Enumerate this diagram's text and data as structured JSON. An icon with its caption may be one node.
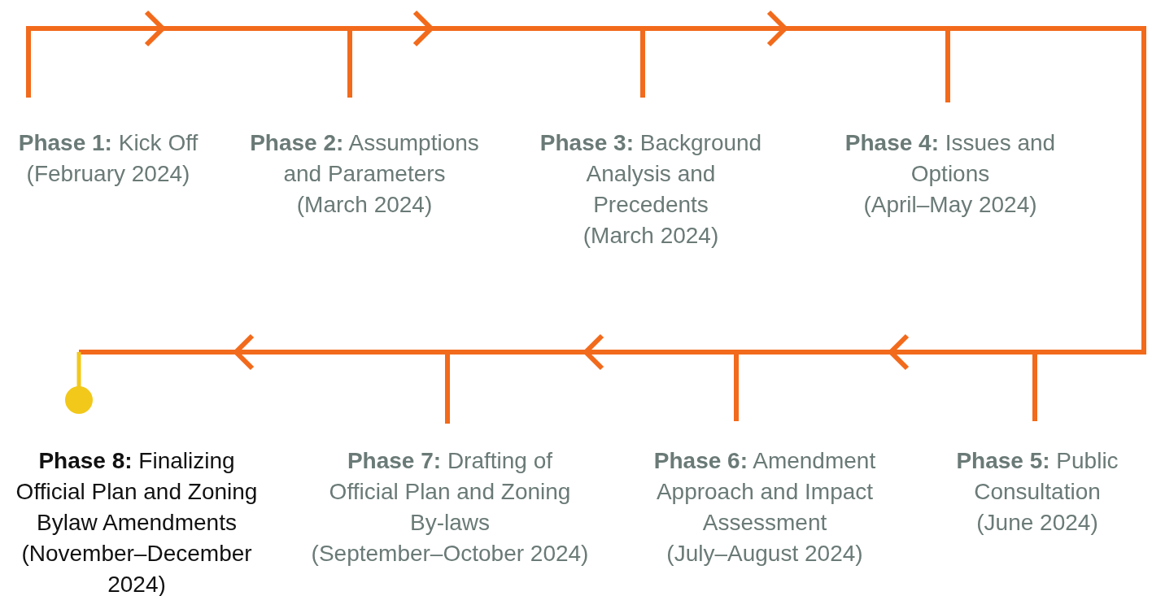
{
  "diagram": {
    "nodes": [
      {
        "text": [
          "**Phase 1:** Kick Off",
          "(February 2024)"
        ]
      },
      {
        "text": [
          "**Phase 2:** Assumptions and Parameters",
          "(March 2024)"
        ]
      },
      {
        "text": [
          "**Phase 3:** Background Analysis and Precedents",
          "(March 2024)"
        ]
      },
      {
        "text": [
          "**Phase 4:** Issues and Options",
          "(April–May 2024)"
        ]
      },
      {
        "text": [
          "**Phase 5:** Public Consultation",
          "(June 2024)"
        ]
      },
      {
        "text": [
          "**Phase 6:** Amendment Approach and Impact Assessment",
          "(July–August 2024)"
        ]
      },
      {
        "text": [
          "**Phase 7:** Drafting of Official Plan and Zoning By-laws",
          "(September–October 2024)"
        ]
      },
      {
        "text": [
          "**Phase 8:** Finalizing Official Plan and Zoning Bylaw Amendments",
          "(November–December 2024)"
        ]
      },
      {
        "text": [],
        "shape": "circle"
      }
    ],
    "edges": [
      {
        "from": 0,
        "to": 1,
        "arrow": "to"
      },
      {
        "from": 1,
        "to": 2,
        "arrow": "to"
      },
      {
        "from": 2,
        "to": 3,
        "arrow": "to"
      },
      {
        "from": 3,
        "to": 4,
        "arrow": "none"
      },
      {
        "from": 4,
        "to": 5,
        "arrow": "to"
      },
      {
        "from": 5,
        "to": 6,
        "arrow": "to"
      },
      {
        "from": 6,
        "to": 8,
        "arrow": "to"
      }
    ]
  }
}
